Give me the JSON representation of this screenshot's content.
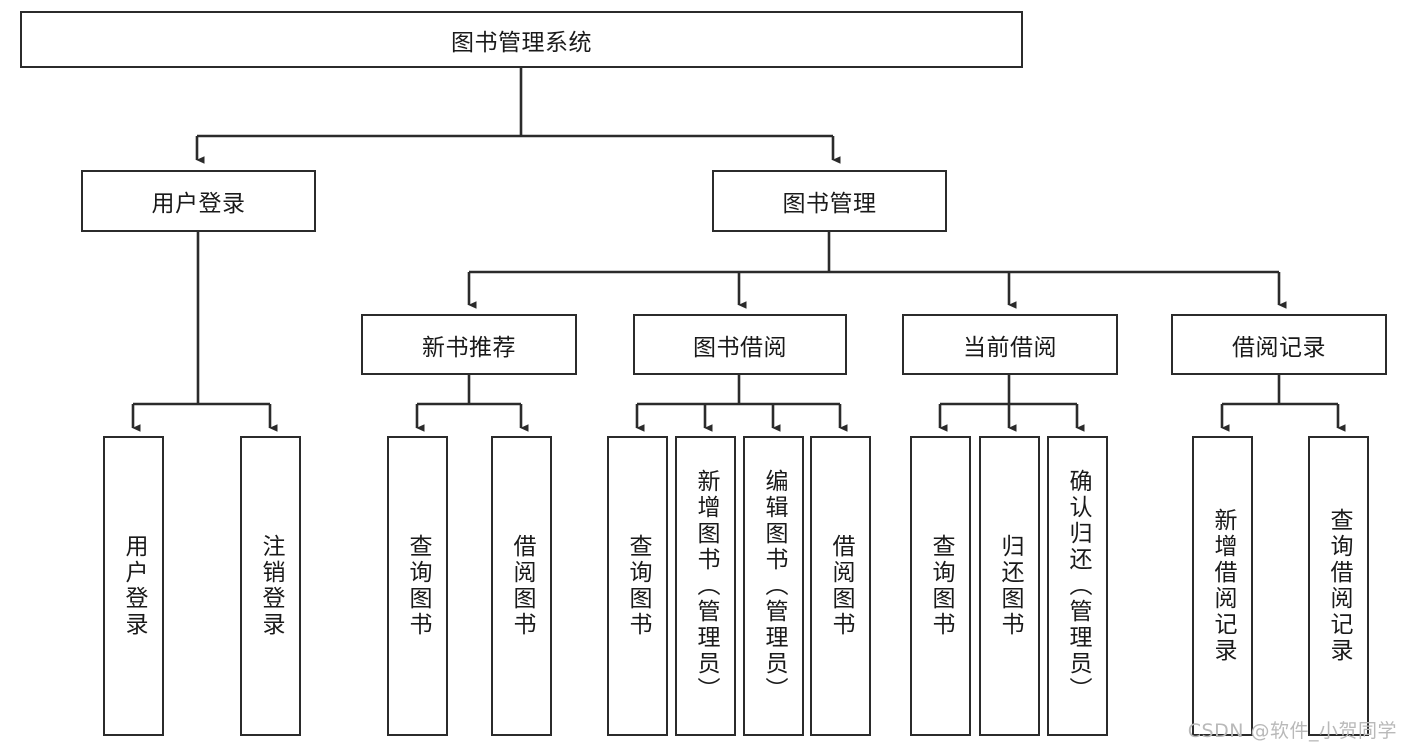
{
  "diagram": {
    "title": "图书管理系统",
    "type": "tree-hierarchy-diagram",
    "watermark": "CSDN @软件_小贺同学",
    "colors": {
      "border": "#2b2b2b",
      "fill": "#ffffff",
      "text": "#1a1a1a",
      "edge": "#2b2b2b",
      "watermark": "#b9b9b9"
    },
    "root": {
      "label": "图书管理系统"
    },
    "level2": [
      {
        "label": "用户登录"
      },
      {
        "label": "图书管理"
      }
    ],
    "level3": [
      {
        "label": "新书推荐"
      },
      {
        "label": "图书借阅"
      },
      {
        "label": "当前借阅"
      },
      {
        "label": "借阅记录"
      }
    ],
    "leaves": {
      "user_login": [
        {
          "label": "用户登录"
        },
        {
          "label": "注销登录"
        }
      ],
      "new_book_recommend": [
        {
          "label": "查询图书"
        },
        {
          "label": "借阅图书"
        }
      ],
      "book_borrow": [
        {
          "label": "查询图书"
        },
        {
          "label": "新增图书（管理员）"
        },
        {
          "label": "编辑图书（管理员）"
        },
        {
          "label": "借阅图书"
        }
      ],
      "current_borrow": [
        {
          "label": "查询图书"
        },
        {
          "label": "归还图书"
        },
        {
          "label": "确认归还（管理员）"
        }
      ],
      "borrow_records": [
        {
          "label": "新增借阅记录"
        },
        {
          "label": "查询借阅记录"
        }
      ]
    }
  }
}
